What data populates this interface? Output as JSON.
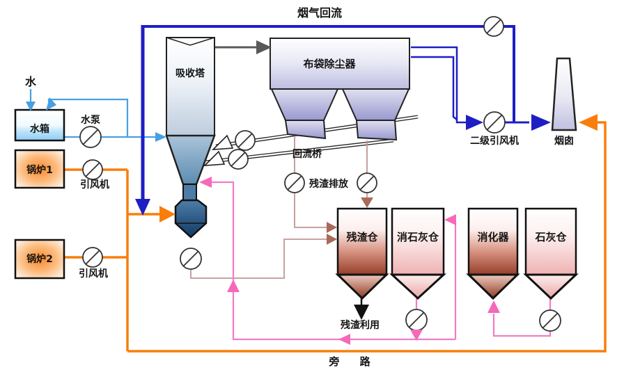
{
  "diagram": {
    "labels": {
      "flue_gas_return": "烟气回流",
      "water": "水",
      "water_tank": "水箱",
      "water_pump": "水泵",
      "boiler_1": "锅炉1",
      "fan_1": "引风机",
      "boiler_2": "锅炉2",
      "fan_2": "引风机",
      "absorber": "吸收塔",
      "bag_filter": "布袋除尘器",
      "return_bridge": "回流桥",
      "residue_discharge": "残渣排放",
      "secondary_fan": "二级引风机",
      "chimney": "烟囱",
      "residue_silo": "残渣仓",
      "hydrated_lime_silo": "消石灰仓",
      "slaker": "消化器",
      "lime_silo": "石灰仓",
      "residue_utilization": "残渣利用",
      "bypass": "旁 路"
    },
    "colors": {
      "flue_gas_blue": "#1e1ec4",
      "hot_gas_orange": "#f87e0c",
      "water_blue": "#47a0e2",
      "lime_pink": "#f07cc6",
      "residue_rosybrown": "#c09696",
      "residue_arrow_brown": "#a86a5a",
      "clean_gas_gray": "#595959"
    }
  }
}
